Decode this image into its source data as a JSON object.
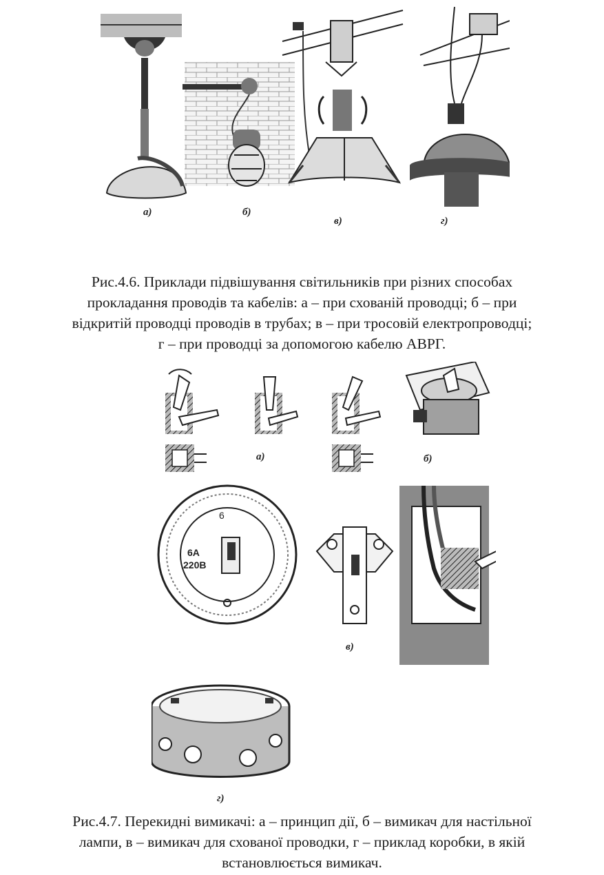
{
  "figure_4_6": {
    "sublabels": [
      "а)",
      "б)",
      "в)",
      "г)"
    ],
    "caption_lines": [
      "Рис.4.6. Приклади підвішування світильників при різних способах",
      "прокладання проводів та кабелів: а – при схованій проводці; б – при",
      "відкритій проводці проводів в трубах; в – при тросовій електропроводці;",
      "г – при проводці за допомогою кабелю АВРГ."
    ]
  },
  "figure_4_7": {
    "sublabels": [
      "а)",
      "б)",
      "в)",
      "г)"
    ],
    "switch_markings": {
      "top": "6",
      "rating_current": "6A",
      "rating_voltage": "220В"
    },
    "caption_lines": [
      "Рис.4.7. Перекидні вимикачі: а – принцип дії, б – вимикач для настільної",
      "лампи, в – вимикач для схованої проводки, г – приклад коробки, в якій",
      "встановлюється вимикач."
    ]
  }
}
